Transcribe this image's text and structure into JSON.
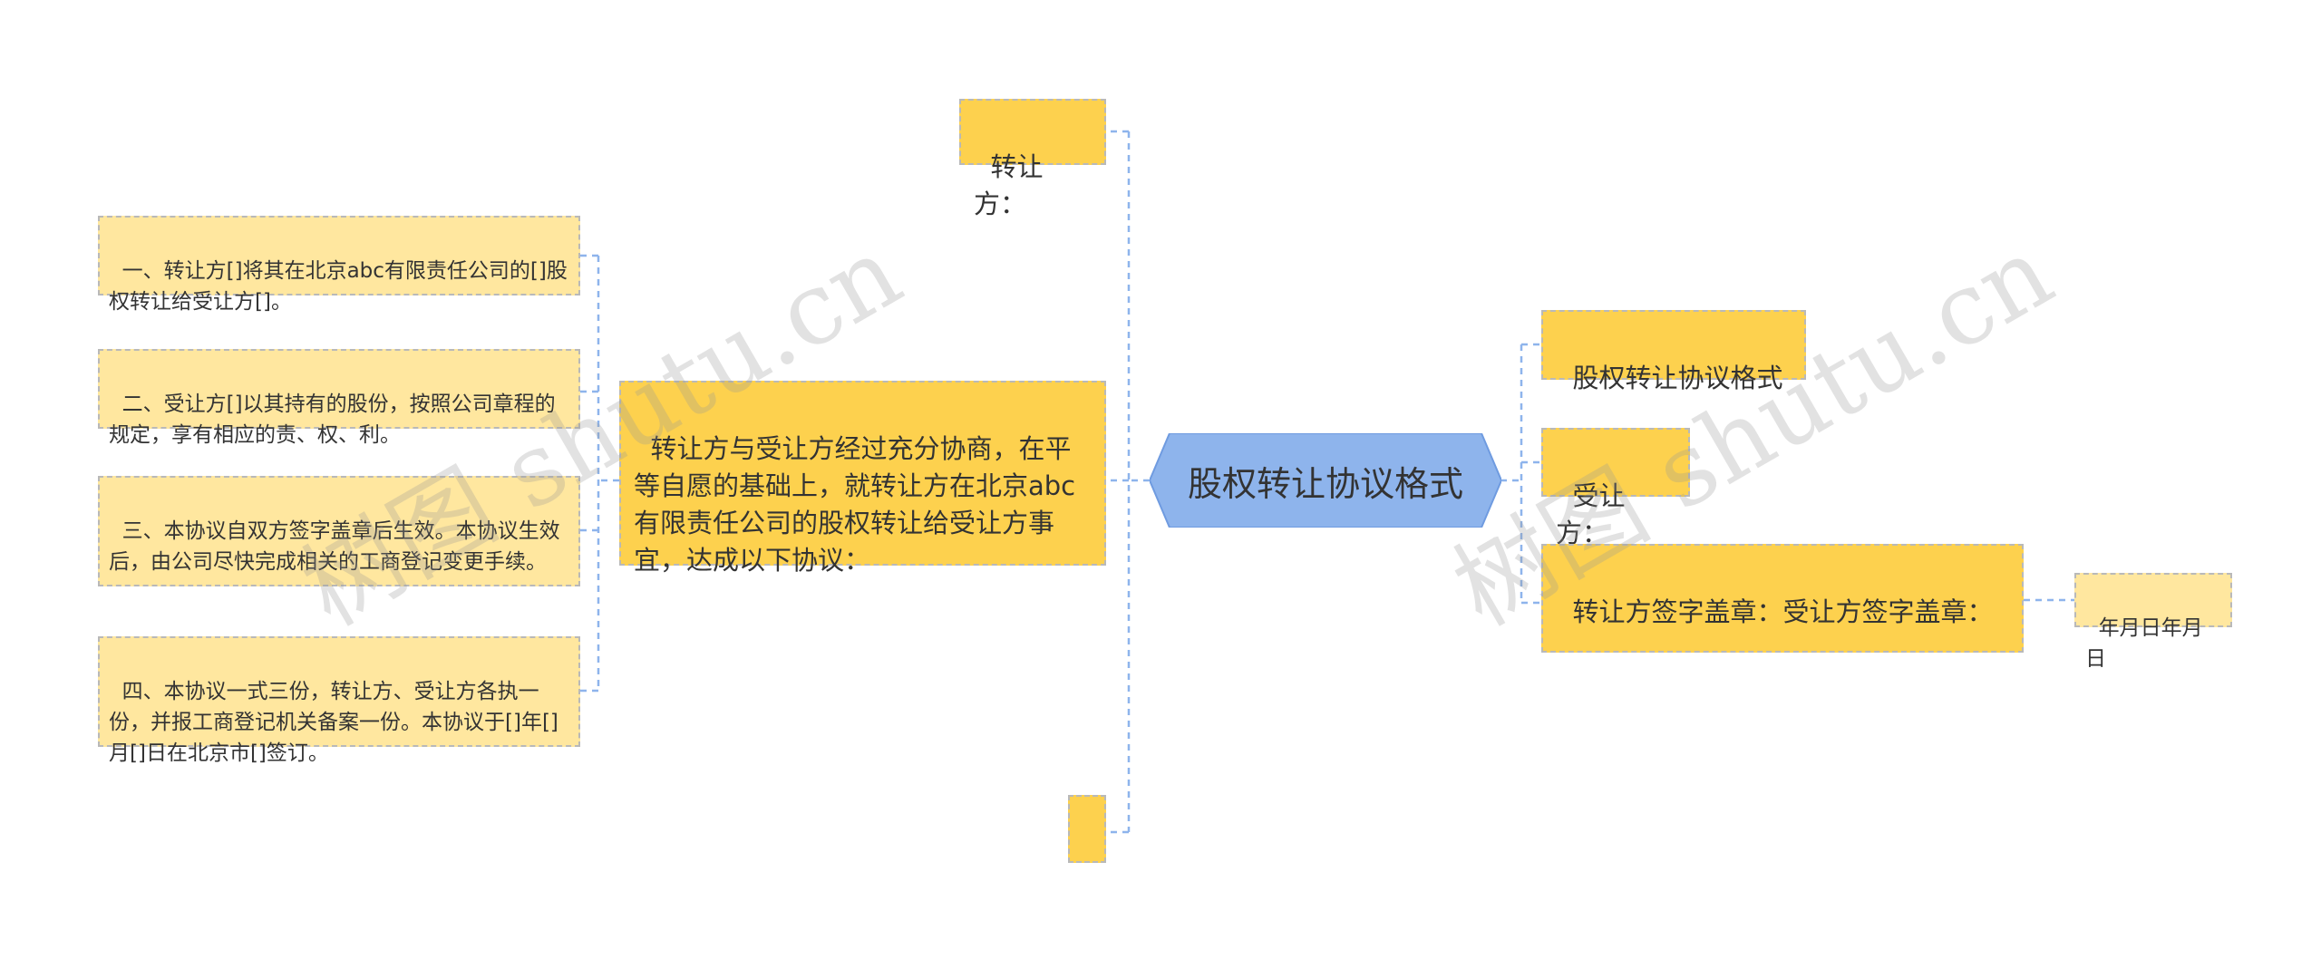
{
  "center": {
    "label": "股权转让协议格式",
    "color": "#8eb4ec"
  },
  "left": {
    "top_node": "转让方：",
    "main_node": "转让方与受让方经过充分协商，在平等自愿的基础上，就转让方在北京abc有限责任公司的股权转让给受让方事宜，达成以下协议：",
    "bottom_node": "",
    "clauses": [
      "一、转让方[]将其在北京abc有限责任公司的[]股权转让给受让方[]。",
      "二、受让方[]以其持有的股份，按照公司章程的规定，享有相应的责、权、利。",
      "三、本协议自双方签字盖章后生效。本协议生效后，由公司尽快完成相关的工商登记变更手续。",
      "四、本协议一式三份，转让方、受让方各执一份，并报工商登记机关备案一份。本协议于[]年[]月[]日在北京市[]签订。"
    ]
  },
  "right": {
    "title_node": "股权转让协议格式",
    "assignee_node": "受让方：",
    "signature_node": "转让方签字盖章：受让方签字盖章：",
    "date_node": "年月日年月日"
  },
  "watermark": [
    "树图 shutu.cn",
    "树图 shutu.cn"
  ],
  "colors": {
    "node_fill": "#fdd14e",
    "leaf_fill": "#ffe79f",
    "line": "#8eb4ec"
  }
}
